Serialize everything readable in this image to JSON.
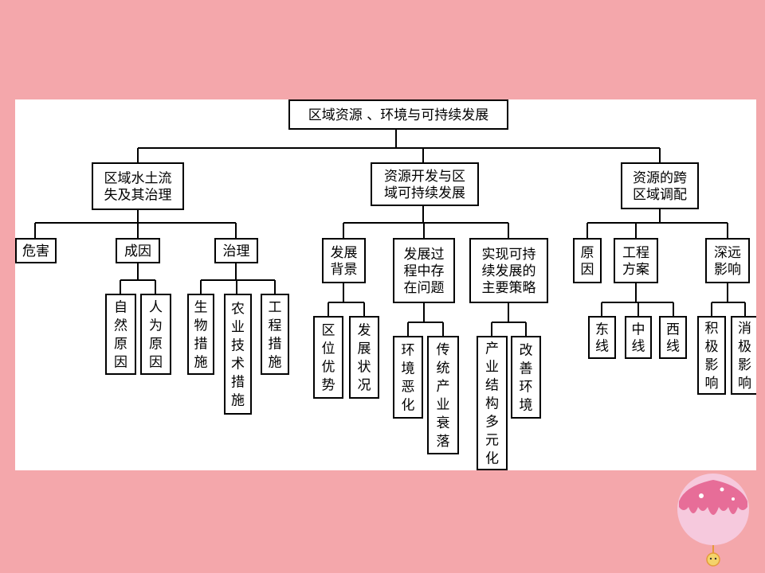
{
  "diagram": {
    "root": "区域资源 、环境与可持续发展",
    "branch1": {
      "title": [
        "区域水土流",
        "失及其治理"
      ]
    },
    "branch2": {
      "title": [
        "资源开发与区",
        "域可持续发展"
      ]
    },
    "branch3": {
      "title": [
        "资源的跨",
        "区域调配"
      ]
    },
    "b1": {
      "hazard": "危害",
      "cause": "成因",
      "control": "治理",
      "cause_natural": "自然原因",
      "cause_human": "人为原因",
      "ctrl_bio": "生物措施",
      "ctrl_agri": "农业技术措施",
      "ctrl_eng": "工程措施"
    },
    "b2": {
      "background": [
        "发展",
        "背景"
      ],
      "problems": [
        "发展过",
        "程中存",
        "在问题"
      ],
      "strategies": [
        "实现可持",
        "续发展的",
        "主要策略"
      ],
      "bg_location": "区位优势",
      "bg_status": "发展状况",
      "pr_env": "环境恶化",
      "pr_industry": "传统产业衰落",
      "st_diversify": "产业结构多元化",
      "st_improve": "改善环境"
    },
    "b3": {
      "reason": [
        "原",
        "因"
      ],
      "project": [
        "工程",
        "方案"
      ],
      "impact": [
        "深远",
        "影响"
      ],
      "east": [
        "东",
        "线"
      ],
      "middle": [
        "中",
        "线"
      ],
      "west": [
        "西",
        "线"
      ],
      "positive": "积极影响",
      "negative": "消极影响"
    }
  },
  "colors": {
    "background": "#f4a7ab",
    "panel": "#ffffff",
    "ink": "#000000"
  }
}
